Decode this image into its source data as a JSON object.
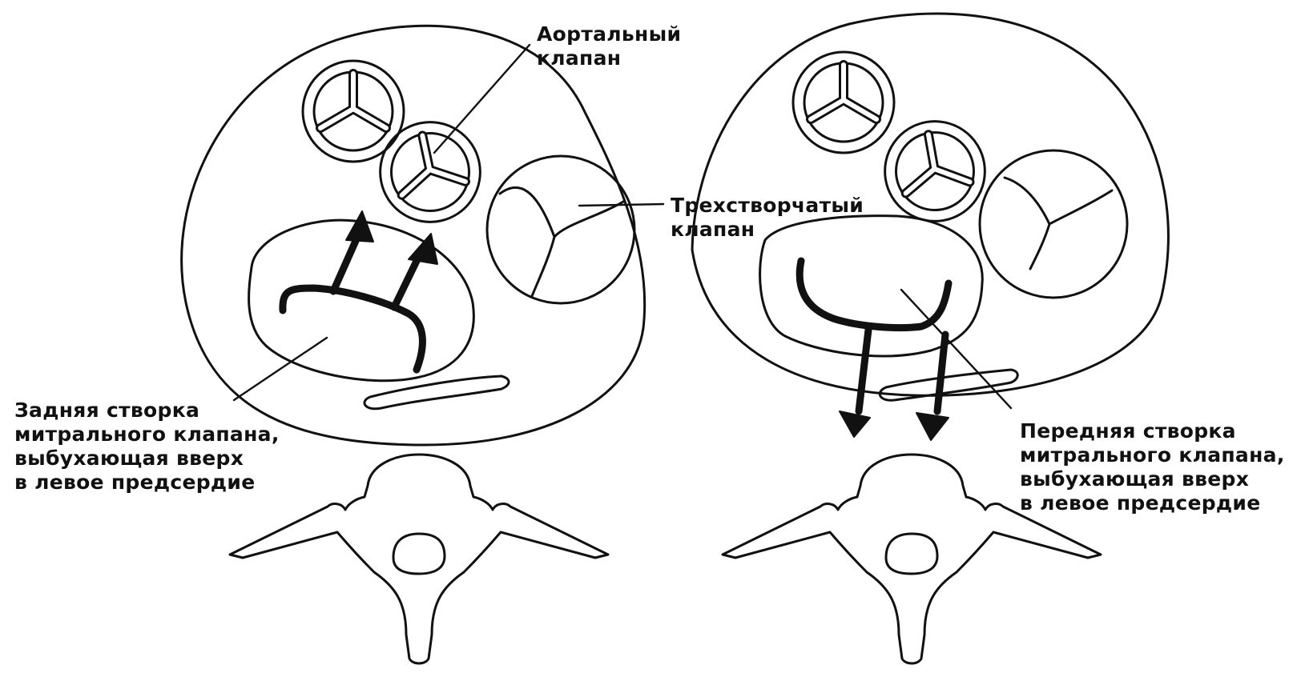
{
  "labels": {
    "aortic_valve": [
      "Аортальный",
      "клапан"
    ],
    "tricuspid_valve": [
      "Трехстворчатый",
      "клапан"
    ],
    "posterior_leaflet": [
      "Задняя створка",
      "митрального клапана,",
      "выбухающая вверх",
      "в левое предсердие"
    ],
    "anterior_leaflet": [
      "Передняя створка",
      "митрального клапана,",
      "выбухающая вверх",
      "в левое предсердие"
    ]
  }
}
